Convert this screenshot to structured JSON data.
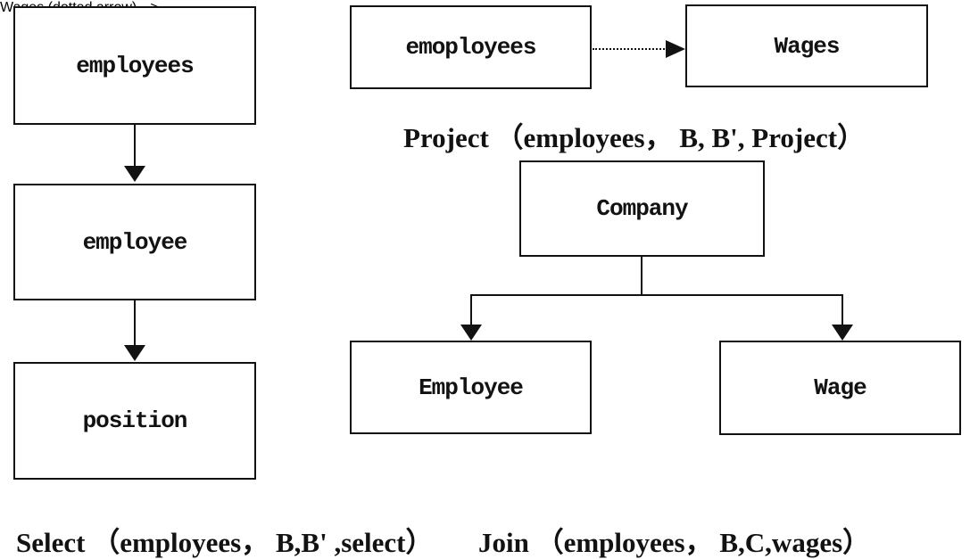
{
  "colors": {
    "background": "#ffffff",
    "ink": "#121212"
  },
  "left_flow": {
    "boxes": [
      {
        "label": "employees"
      },
      {
        "label": "employee"
      },
      {
        "label": "position"
      }
    ]
  },
  "projection": {
    "source_box": "emoployees",
    "target_box": "Wages",
    "caption": "Project （employees， B, B', Project）"
  },
  "hierarchy": {
    "root": "Company",
    "children": [
      "Employee",
      "Wage"
    ]
  },
  "operations": {
    "select_caption": "Select （employees， B,B' ,select）",
    "join_caption": "Join （employees， B,C,wages）"
  }
}
